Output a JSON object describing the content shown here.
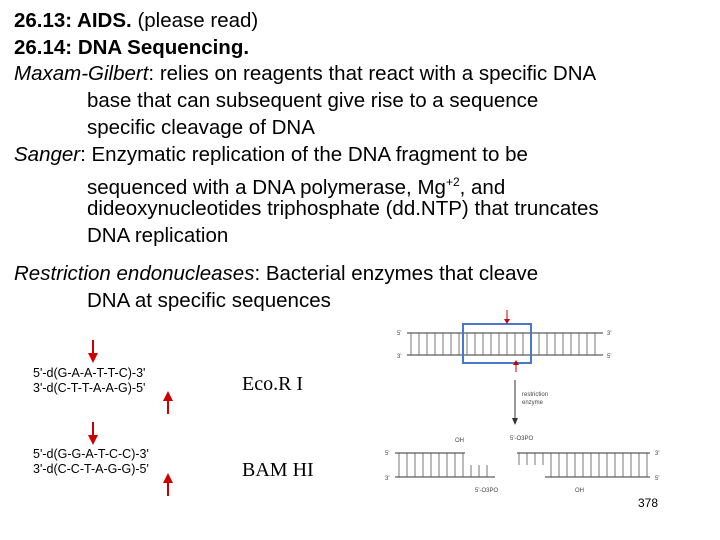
{
  "heading1": {
    "num": "26.13: AIDS.",
    "rest": " (please read)"
  },
  "heading2": "26.14: DNA Sequencing.",
  "maxam": {
    "term": "Maxam-Gilbert",
    "lines": [
      ": relies on reagents that react with a specific DNA",
      "base that can subsequent give rise to a sequence",
      "specific cleavage of DNA"
    ]
  },
  "sanger": {
    "term": "Sanger",
    "line1": ": Enzymatic replication of the DNA fragment to be",
    "line2a": "sequenced with a DNA polymerase, Mg",
    "line2sup": "+2",
    "line2b": ", and",
    "line3": "dideoxynucleotides triphosphate (dd.NTP) that truncates",
    "line4": "DNA replication"
  },
  "restriction": {
    "term": "Restriction endonucleases",
    "line1": ":  Bacterial enzymes that cleave",
    "line2": "DNA at specific sequences"
  },
  "enzymes": [
    {
      "top": "5'-d(G-A-A-T-T-C)-3'",
      "bottom": "3'-d(C-T-T-A-A-G)-5'",
      "name": "Eco.R I"
    },
    {
      "top": "5'-d(G-G-A-T-C-C)-3'",
      "bottom": "3'-d(C-C-T-A-G-G)-5'",
      "name": "BAM HI"
    }
  ],
  "diagram": {
    "labels": {
      "five_prime": "5'",
      "three_prime": "3'",
      "enzyme_caption_1": "restriction",
      "enzyme_caption_2": "enzyme",
      "oh": "OH",
      "phosphate_top": "5'-O3PO",
      "phosphate_bottom": "5'-O3PO"
    }
  },
  "page_number": "378",
  "colors": {
    "arrow": "#cc0000",
    "box": "#4a78c8"
  }
}
